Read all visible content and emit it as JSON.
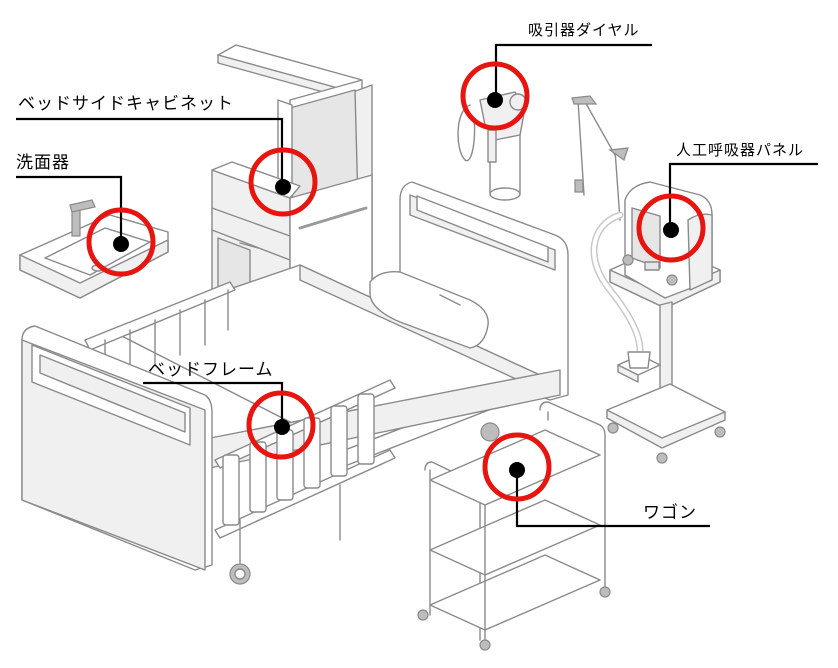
{
  "diagram": {
    "labels": {
      "bedside_cabinet": "ベッドサイドキャビネット",
      "washbasin": "洗面器",
      "suction_dial": "吸引器ダイヤル",
      "ventilator_panel": "人工呼吸器パネル",
      "bed_frame": "ベッドフレーム",
      "wagon": "ワゴン"
    },
    "colors": {
      "ring": "#e8140f",
      "leader": "#000000",
      "outline": "#8a8a8a",
      "fill_light": "#f0f0f0"
    }
  }
}
